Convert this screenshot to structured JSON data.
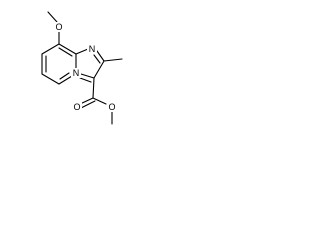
{
  "structure": {
    "atoms": {
      "methoxy_o": "O",
      "ring_n_bridge": "N",
      "ring_n_imidazole": "N",
      "carbonyl_o": "O",
      "ester_o": "O"
    }
  }
}
